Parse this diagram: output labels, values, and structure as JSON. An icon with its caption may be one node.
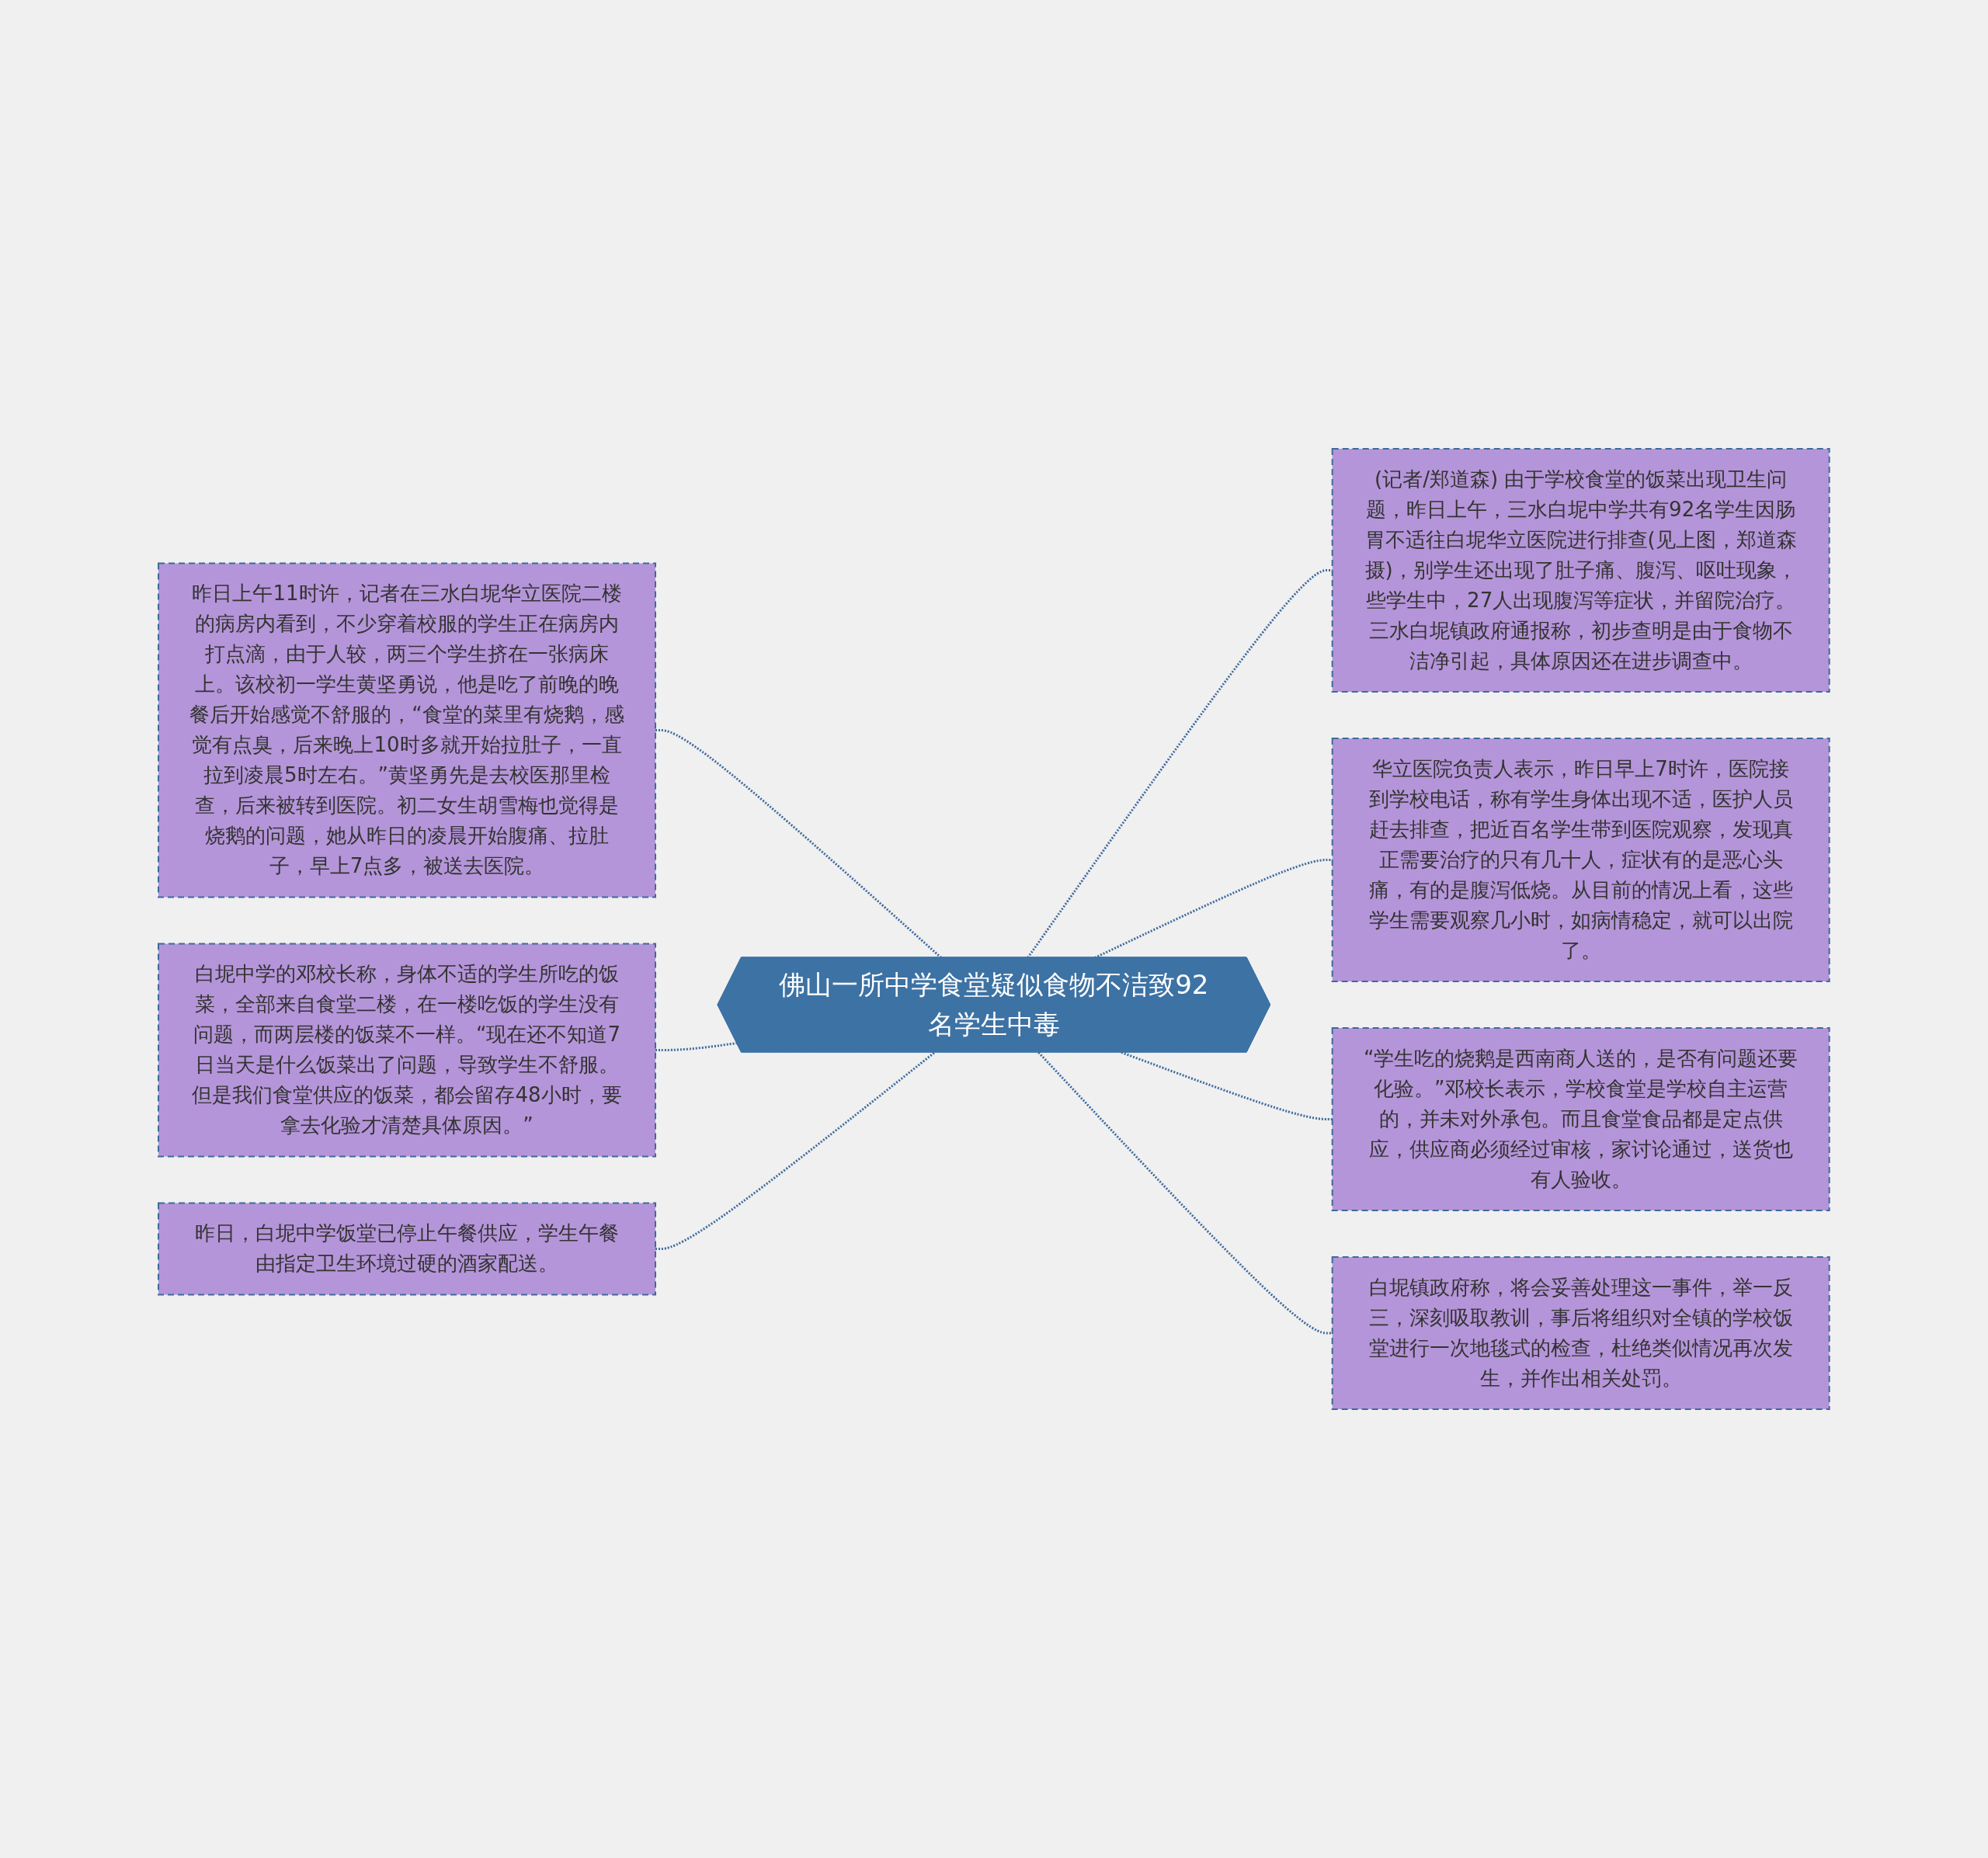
{
  "diagram": {
    "nodes": [
      {
        "text": [
          "佛山一所中学食堂疑似食物不洁致92名学生中毒"
        ]
      },
      {
        "text": [
          "昨日上午11时许，记者在三水白坭华立医院二楼的病房内看到，不少穿着校服的学生正在病房内打点滴，由于人较，两三个学生挤在一张病床上。该校初一学生黄坚勇说，他是吃了前晚的晚餐后开始感觉不舒服的，“食堂的菜里有烧鹅，感觉有点臭，后来晚上10时多就开始拉肚子，一直拉到凌晨5时左右。”黄坚勇先是去校医那里检查，后来被转到医院。初二女生胡雪梅也觉得是烧鹅的问题，她从昨日的凌晨开始腹痛、拉肚子，早上7点多，被送去医院。"
        ]
      },
      {
        "text": [
          "白坭中学的邓校长称，身体不适的学生所吃的饭菜，全部来自食堂二楼，在一楼吃饭的学生没有问题，而两层楼的饭菜不一样。“现在还不知道7日当天是什么饭菜出了问题，导致学生不舒服。但是我们食堂供应的饭菜，都会留存48小时，要拿去化验才清楚具体原因。”"
        ]
      },
      {
        "text": [
          "昨日，白坭中学饭堂已停止午餐供应，学生午餐由指定卫生环境过硬的酒家配送。"
        ]
      },
      {
        "text": [
          "(记者/郑道森) 由于学校食堂的饭菜出现卫生问题，昨日上午，三水白坭中学共有92名学生因肠胃不适往白坭华立医院进行排查(见上图，郑道森摄)，别学生还出现了肚子痛、腹泻、呕吐现象，些学生中，27人出现腹泻等症状，并留院治疗。三水白坭镇政府通报称，初步查明是由于食物不洁净引起，具体原因还在进步调查中。"
        ]
      },
      {
        "text": [
          "华立医院负责人表示，昨日早上7时许，医院接到学校电话，称有学生身体出现不适，医护人员赶去排查，把近百名学生带到医院观察，发现真正需要治疗的只有几十人，症状有的是恶心头痛，有的是腹泻低烧。从目前的情况上看，这些学生需要观察几小时，如病情稳定，就可以出院了。"
        ]
      },
      {
        "text": [
          "“学生吃的烧鹅是西南商人送的，是否有问题还要化验。”邓校长表示，学校食堂是学校自主运营的，并未对外承包。而且食堂食品都是定点供应，供应商必须经过审核，家讨论通过，送货也有人验收。"
        ]
      },
      {
        "text": [
          "白坭镇政府称，将会妥善处理这一事件，举一反三，深刻吸取教训，事后将组织对全镇的学校饭堂进行一次地毯式的检查，杜绝类似情况再次发生，并作出相关处罚。"
        ]
      }
    ],
    "edges": [
      {
        "from": 0,
        "to": 1,
        "arrow": "none",
        "style": "dashed"
      },
      {
        "from": 0,
        "to": 2,
        "arrow": "none",
        "style": "dashed"
      },
      {
        "from": 0,
        "to": 3,
        "arrow": "none",
        "style": "dashed"
      },
      {
        "from": 0,
        "to": 4,
        "arrow": "none",
        "style": "dashed"
      },
      {
        "from": 0,
        "to": 5,
        "arrow": "none",
        "style": "dashed"
      },
      {
        "from": 0,
        "to": 6,
        "arrow": "none",
        "style": "dashed"
      },
      {
        "from": 0,
        "to": 7,
        "arrow": "none",
        "style": "dashed"
      }
    ]
  }
}
